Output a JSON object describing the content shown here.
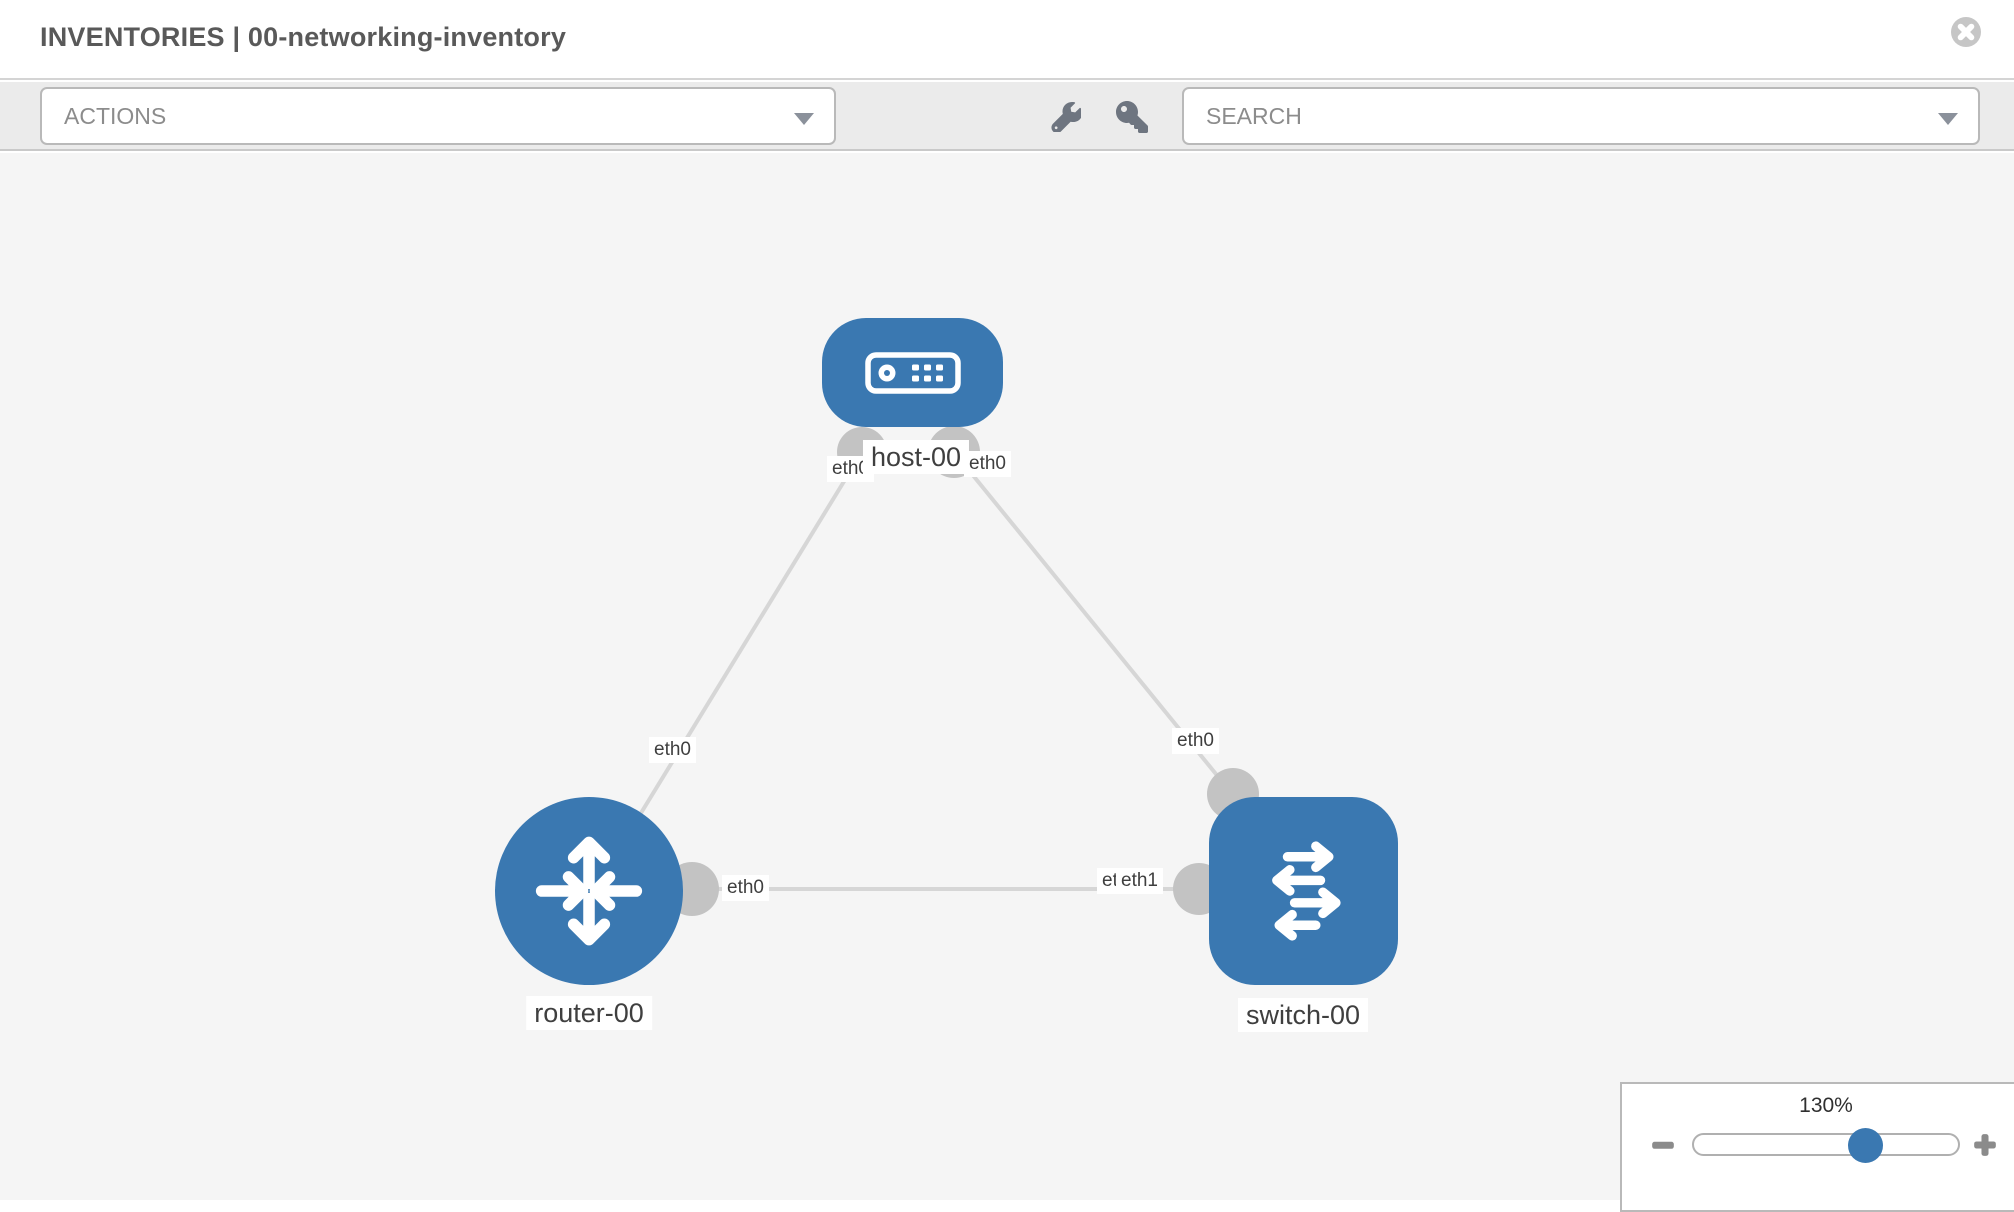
{
  "header": {
    "title": "INVENTORIES | 00-networking-inventory",
    "close_icon": "times-circle-icon"
  },
  "toolbar": {
    "actions_label": "ACTIONS",
    "search_label": "SEARCH",
    "tool_icons": [
      "wrench-icon",
      "key-icon"
    ]
  },
  "diagram": {
    "nodes": [
      {
        "id": "host-00",
        "type": "host",
        "label": "host-00"
      },
      {
        "id": "router-00",
        "type": "router",
        "label": "router-00"
      },
      {
        "id": "switch-00",
        "type": "switch",
        "label": "switch-00"
      }
    ],
    "links": [
      {
        "from": "host-00",
        "from_if": "eth0",
        "to": "router-00",
        "to_if": "eth0"
      },
      {
        "from": "host-00",
        "from_if": "eth0",
        "to": "switch-00",
        "to_if": "eth0"
      },
      {
        "from": "router-00",
        "from_if": "eth0",
        "to": "switch-00",
        "to_if": "eth1"
      }
    ],
    "if_chips": [
      {
        "at": "host end of host-router link",
        "text": "eth0"
      },
      {
        "at": "host end of host-switch link",
        "text": "eth0"
      },
      {
        "at": "router end of host-router link",
        "text": "eth0"
      },
      {
        "at": "switch end of host-switch link",
        "text": "eth0"
      },
      {
        "at": "router end of router-switch link",
        "text": "eth0"
      },
      {
        "at": "switch end of router-switch link (behind)",
        "text": "eth0"
      },
      {
        "at": "switch end of router-switch link",
        "text": "eth1"
      }
    ]
  },
  "zoom_control": {
    "percent": "130%",
    "minus_icon": "minus-icon",
    "plus_icon": "plus-icon",
    "thumb_position_pct": 64
  },
  "colors": {
    "node-blue": "#3a78b1",
    "dot-gray": "#c3c3c3",
    "link-gray": "#d6d6d6",
    "toolbar-bg": "#ebebeb",
    "canvas-bg": "#f5f5f5",
    "muted-text": "#8c8c8c",
    "title-text": "#595959",
    "chip-text": "#3f3f3f",
    "icon-gray": "#6e7580",
    "control-gray": "#8b8b8b"
  }
}
